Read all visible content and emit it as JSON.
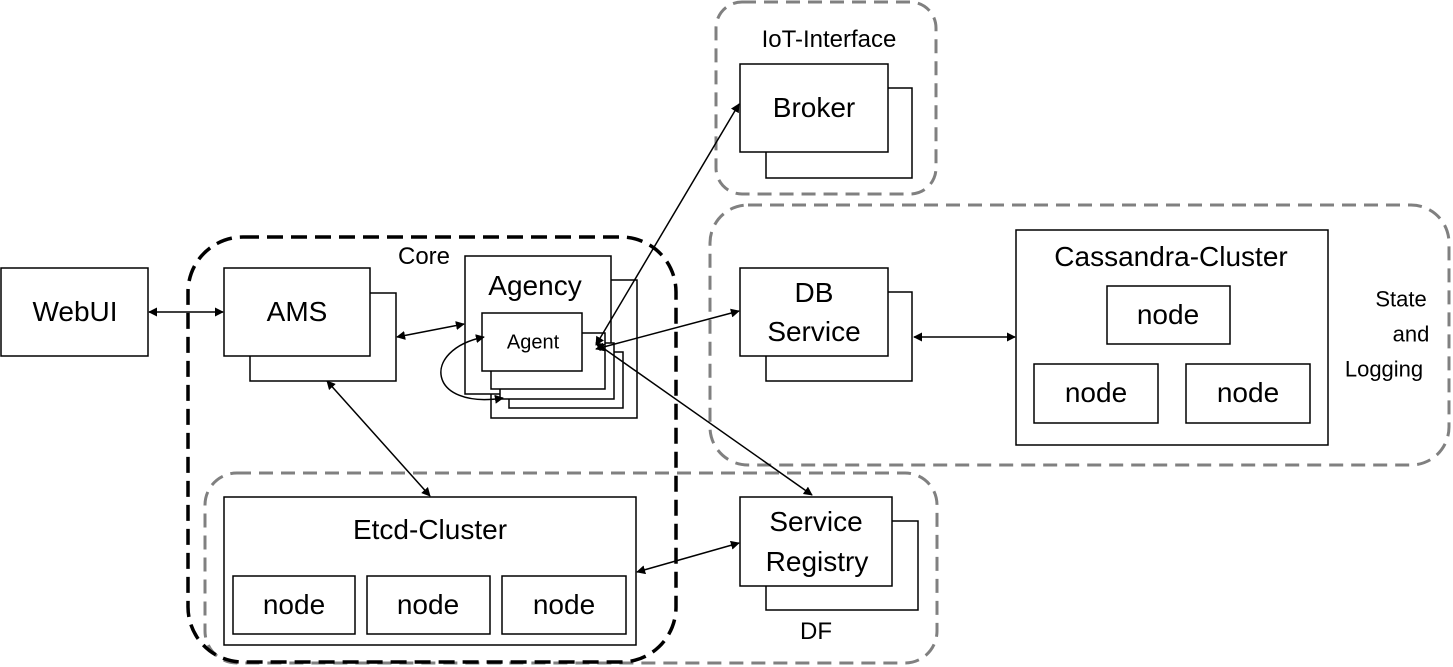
{
  "labels": {
    "webui": "WebUI",
    "ams": "AMS",
    "core": "Core",
    "agency": "Agency",
    "agent": "Agent",
    "iot_interface": "IoT-Interface",
    "broker": "Broker",
    "db_service_line1": "DB",
    "db_service_line2": "Service",
    "cassandra_cluster": "Cassandra-Cluster",
    "node": "node",
    "state_line1": "State",
    "state_line2": "and",
    "state_line3": "Logging",
    "etcd_cluster": "Etcd-Cluster",
    "service_registry_line1": "Service",
    "service_registry_line2": "Registry",
    "df": "DF"
  },
  "colors": {
    "line": "#000000",
    "group_border": "#808080",
    "core_border": "#000000",
    "box_fill": "#ffffff"
  }
}
